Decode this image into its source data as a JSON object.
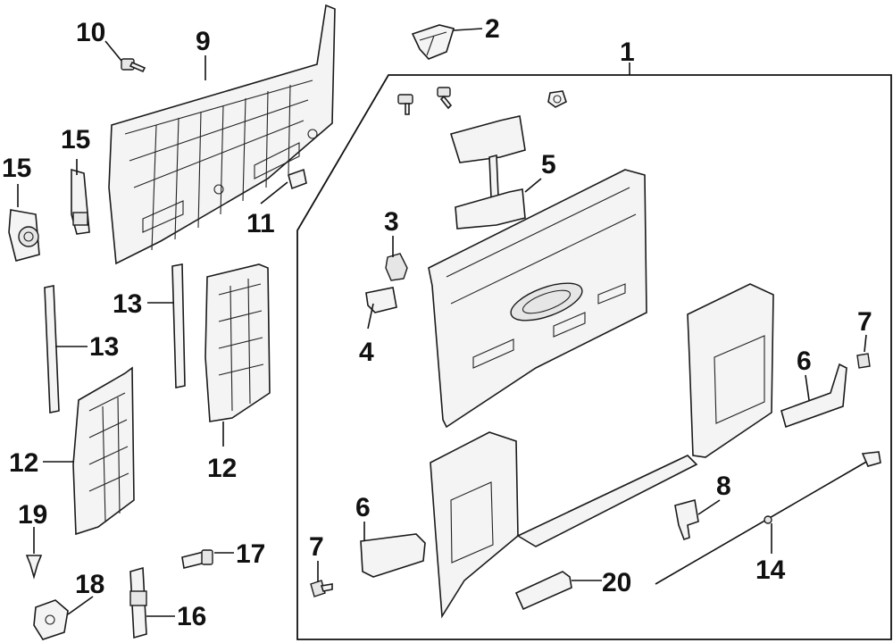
{
  "diagram": {
    "callouts": [
      {
        "id": "c1",
        "text": "1"
      },
      {
        "id": "c2",
        "text": "2"
      },
      {
        "id": "c3",
        "text": "3"
      },
      {
        "id": "c4",
        "text": "4"
      },
      {
        "id": "c5",
        "text": "5"
      },
      {
        "id": "c6a",
        "text": "6"
      },
      {
        "id": "c6b",
        "text": "6"
      },
      {
        "id": "c7a",
        "text": "7"
      },
      {
        "id": "c7b",
        "text": "7"
      },
      {
        "id": "c8",
        "text": "8"
      },
      {
        "id": "c9",
        "text": "9"
      },
      {
        "id": "c10",
        "text": "10"
      },
      {
        "id": "c11",
        "text": "11"
      },
      {
        "id": "c12a",
        "text": "12"
      },
      {
        "id": "c12b",
        "text": "12"
      },
      {
        "id": "c13a",
        "text": "13"
      },
      {
        "id": "c13b",
        "text": "13"
      },
      {
        "id": "c14",
        "text": "14"
      },
      {
        "id": "c15a",
        "text": "15"
      },
      {
        "id": "c15b",
        "text": "15"
      },
      {
        "id": "c16",
        "text": "16"
      },
      {
        "id": "c17",
        "text": "17"
      },
      {
        "id": "c18",
        "text": "18"
      },
      {
        "id": "c19",
        "text": "19"
      },
      {
        "id": "c20",
        "text": "20"
      }
    ]
  }
}
